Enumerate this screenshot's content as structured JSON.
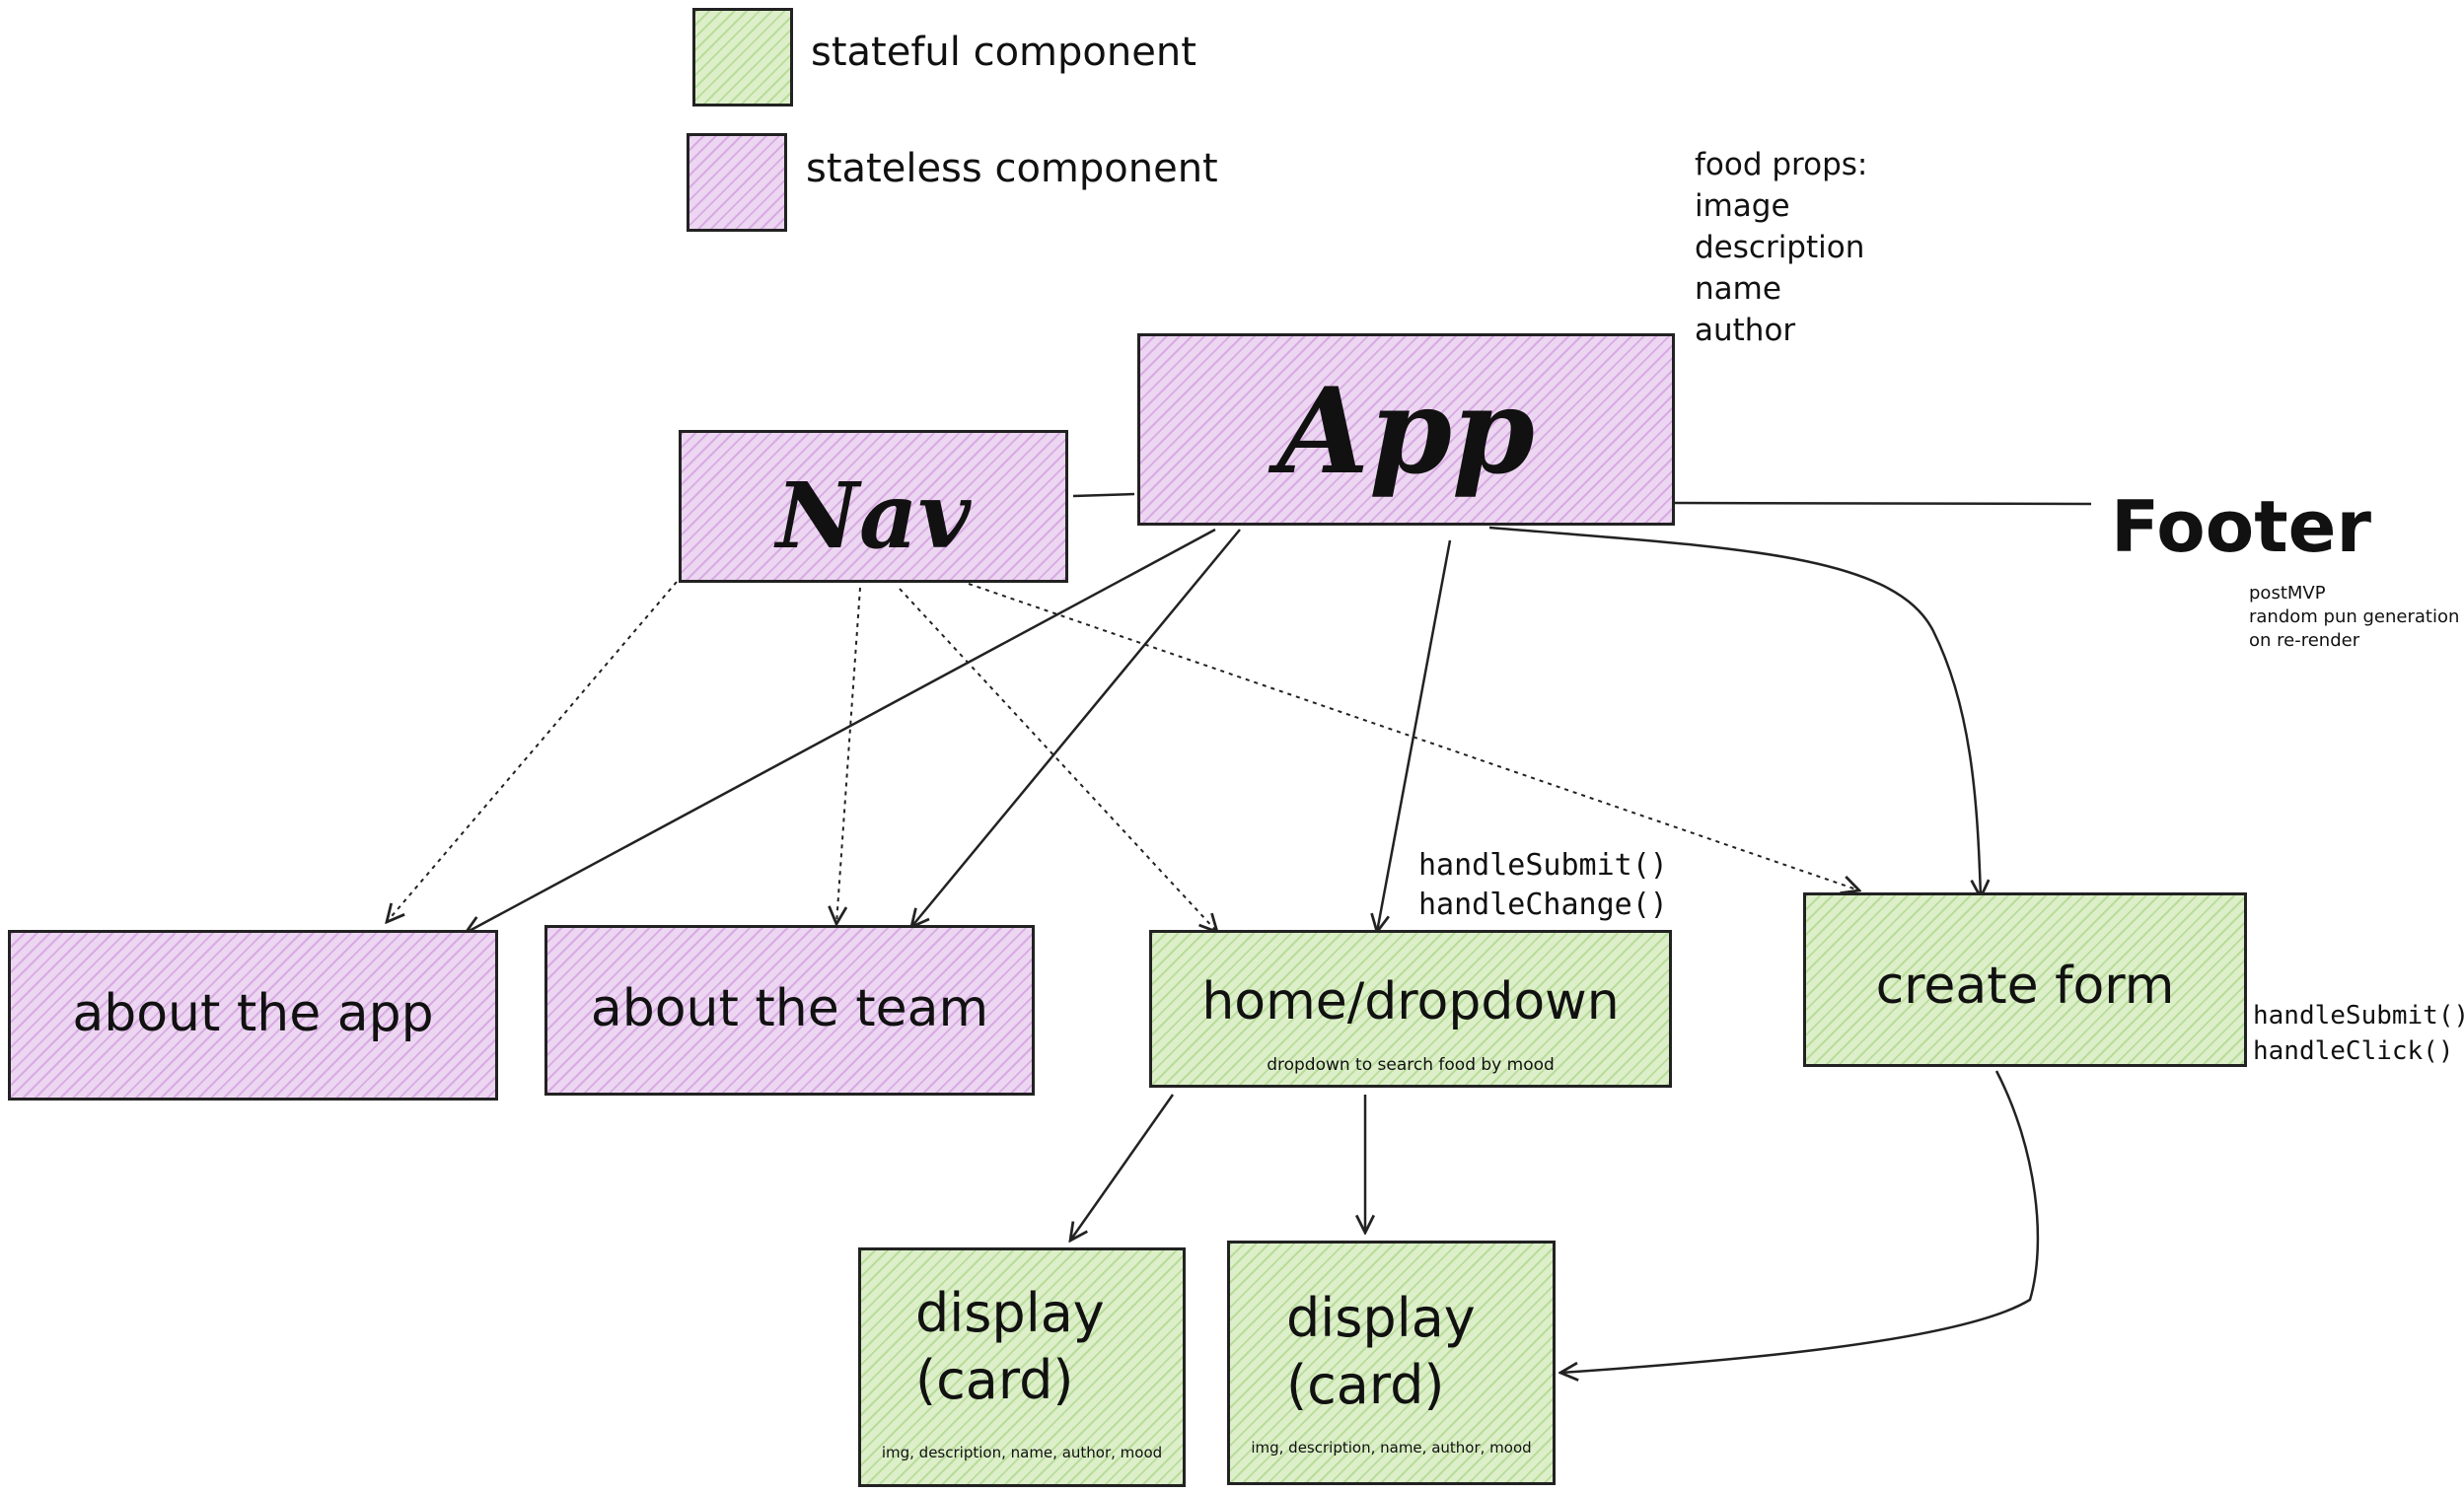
{
  "legend": {
    "stateful_label": "stateful component",
    "stateless_label": "stateless component"
  },
  "food_props": {
    "title": "food props:",
    "items": [
      "image",
      "description",
      "name",
      "author"
    ]
  },
  "nodes": {
    "app": "App",
    "nav": "Nav",
    "footer": "Footer",
    "footer_note": [
      "postMVP",
      "random pun generation",
      "on re-render"
    ],
    "about_app": "about the app",
    "about_team": "about the team",
    "home": "home/dropdown",
    "home_sub": "dropdown to search food by mood",
    "home_methods": [
      "handleSubmit()",
      "handleChange()"
    ],
    "create": "create form",
    "create_methods": [
      "handleSubmit()",
      "handleClick()"
    ],
    "display1": [
      "display",
      "(card)"
    ],
    "display1_sub": "img, description, name, author, mood",
    "display2": [
      "display",
      "(card)"
    ],
    "display2_sub": "img, description, name, author, mood"
  },
  "colors": {
    "stateful": "#dcefc9",
    "stateless": "#ecd6f1",
    "stroke": "#222222"
  }
}
